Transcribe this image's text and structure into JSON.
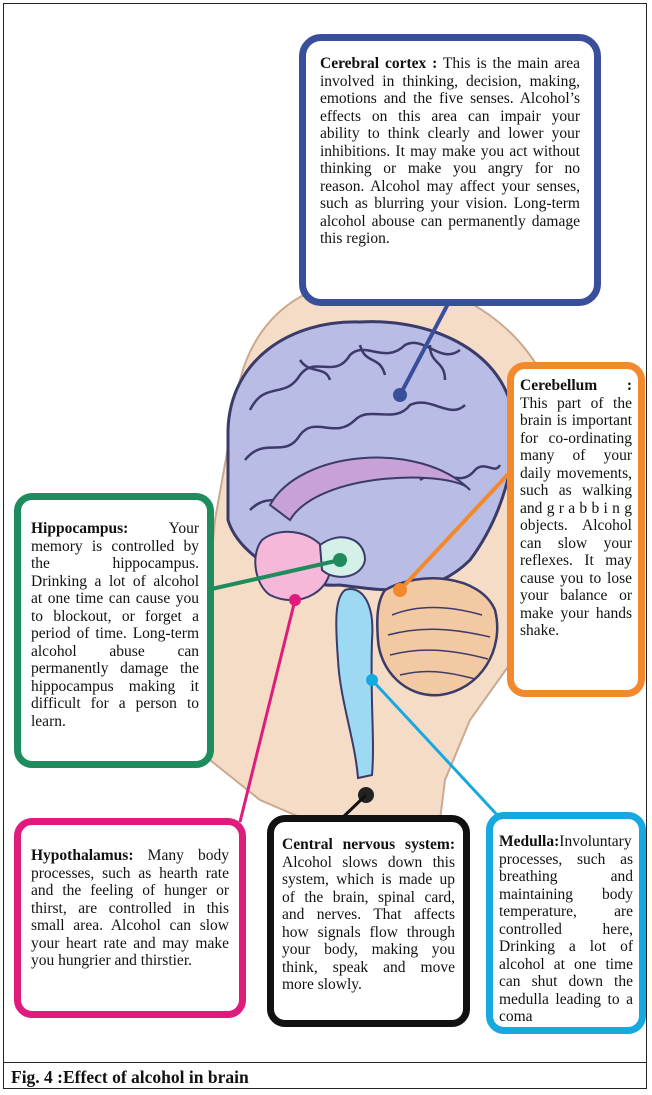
{
  "cortex": {
    "title": "Cerebral cortex :",
    "text": " This is the main area involved in thinking, decision, making, emotions and the five senses. Alcohol’s effects on this area can impair your ability to think clearly and lower your inhibitions. It may make you act without thinking or make you angry for no reason. Alcohol may affect your senses, such as blurring your vision. Long-term alcohol abouse can permanently damage this region."
  },
  "cerebellum": {
    "title": "Cerebellum :",
    "text": " This part of the brain is important for co-ordinating many of your daily movements, such as walking and g r a b b i n g objects. Alcohol can slow your reflexes. It may cause you to lose your balance or make your hands shake."
  },
  "hippocampus": {
    "title": "Hippocampus:",
    "text": " Your memory is controlled by the hippocampus. Drinking a lot of alcohol at one time can cause you to blockout, or forget a period of time. Long-term alcohol abuse can permanently damage the hippocampus making it difficult for a person to learn."
  },
  "hypothalamus": {
    "title": "Hypothalamus:",
    "text": " Many body processes, such as hearth rate and the feeling of hunger or thirst, are controlled in this small area. Alcohol can slow your heart rate and may make you hungrier and thirstier."
  },
  "cns": {
    "title": "Central nervous system:",
    "text": " Alcohol slows down this system, which is made up of the brain, spinal card, and nerves. That affects how signals flow through your body, making you think, speak and move more slowly."
  },
  "medulla": {
    "title": "Medulla:",
    "text": "Involuntary processes, such as breathing and maintaining body temperature, are controlled here, Drinking a lot of alcohol at one time can shut down the medulla leading to a coma"
  },
  "caption": "Fig. 4 :Effect of alcohol in brain",
  "colors": {
    "cortex": "#3a4f9c",
    "cerebellum": "#f28a2d",
    "hippocampus": "#1e8c5c",
    "hypothalamus": "#e01b7d",
    "cns": "#111111",
    "medulla": "#16a8e0"
  }
}
